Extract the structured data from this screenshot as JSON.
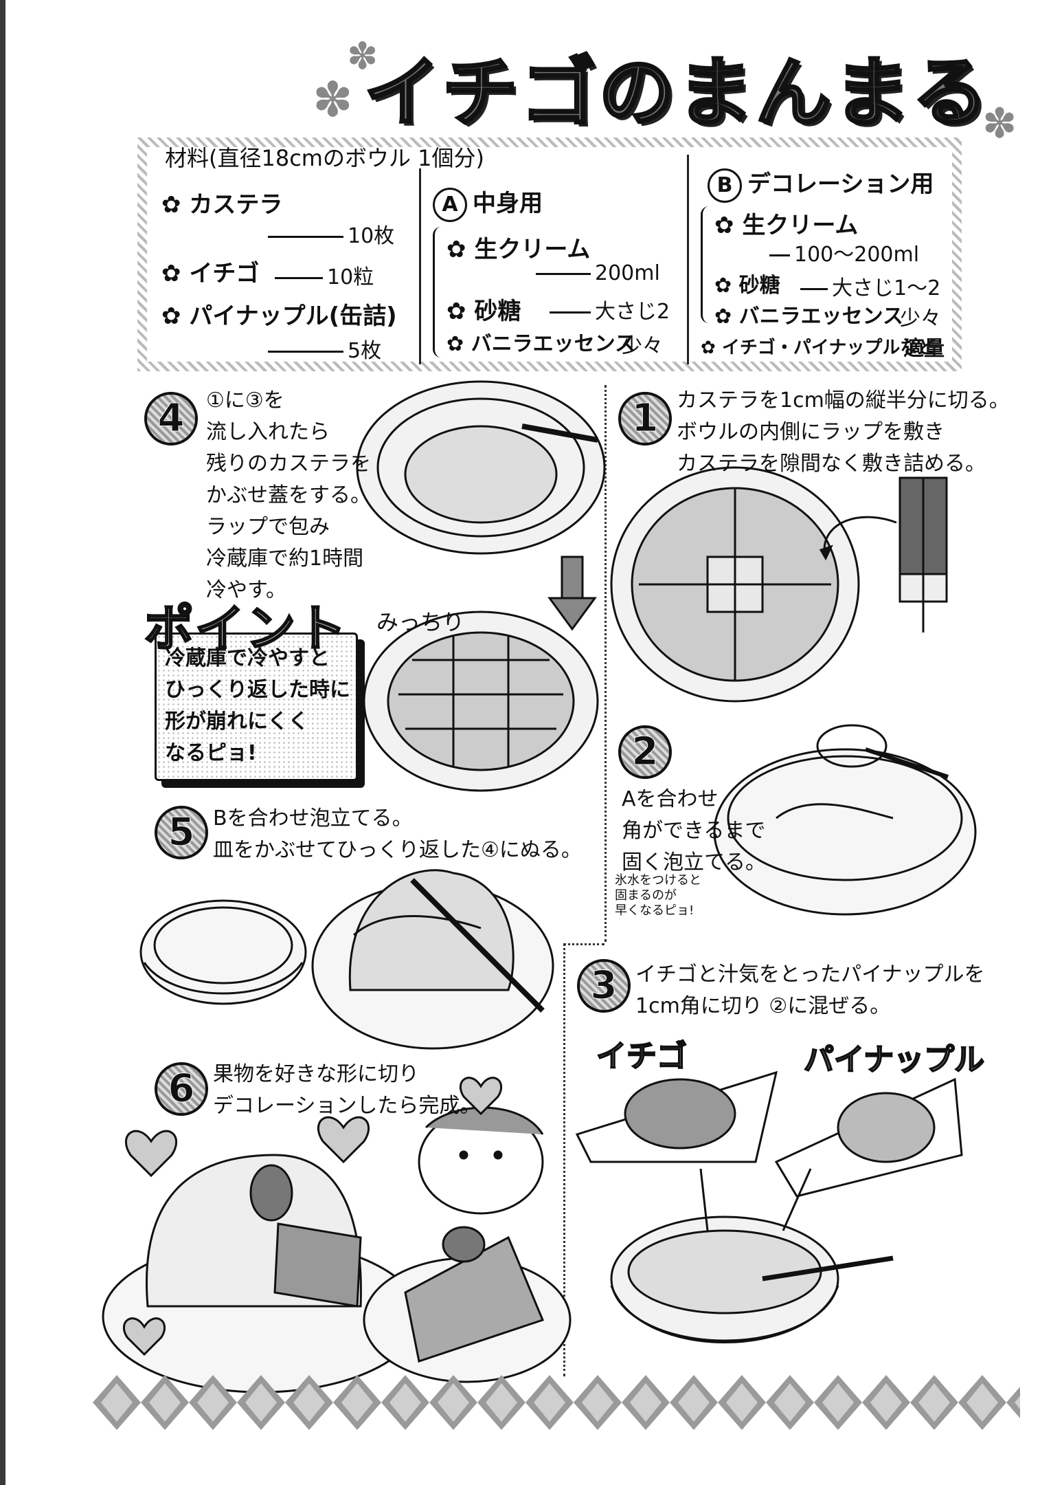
{
  "title": "イチゴのまんまるケーキ",
  "ingredients": {
    "header": "材料(直径18cmのボウル 1個分)",
    "base": [
      {
        "name": "カステラ",
        "amount": "10枚"
      },
      {
        "name": "イチゴ",
        "amount": "10粒"
      },
      {
        "name": "パイナップル(缶詰)",
        "amount": "5枚"
      }
    ],
    "a": {
      "letter": "A",
      "label": "中身用",
      "items": [
        {
          "name": "生クリーム",
          "amount": "200ml"
        },
        {
          "name": "砂糖",
          "amount": "大さじ2"
        },
        {
          "name": "バニラエッセンス",
          "amount": "少々"
        }
      ]
    },
    "b": {
      "letter": "B",
      "label": "デコレーション用",
      "items": [
        {
          "name": "生クリーム",
          "amount": "100〜200ml"
        },
        {
          "name": "砂糖",
          "amount": "大さじ1〜2"
        },
        {
          "name": "バニラエッセンス",
          "amount": "少々"
        },
        {
          "name": "イチゴ・パイナップルなど",
          "amount": "適量"
        }
      ]
    }
  },
  "steps": [
    {
      "num": "1",
      "text": "カステラを1cm幅の縦半分に切る。\nボウルの内側にラップを敷き\nカステラを隙間なく敷き詰める。"
    },
    {
      "num": "2",
      "text": "Aを合わせ\n角ができるまで\n固く泡立てる。"
    },
    {
      "num": "3",
      "text": "イチゴと汁気をとったパイナップルを\n1cm角に切り ②に混ぜる。"
    },
    {
      "num": "4",
      "text": "①に③を\n流し入れたら\n残りのカステラを\nかぶせ蓋をする。\nラップで包み\n冷蔵庫で約1時間\n冷やす。"
    },
    {
      "num": "5",
      "text": "Bを合わせ泡立てる。\n皿をかぶせてひっくり返した④にぬる。"
    },
    {
      "num": "6",
      "text": "果物を好きな形に切り\nデコレーションしたら完成。"
    }
  ],
  "point": {
    "title": "ポイント",
    "text": "冷蔵庫で冷やすと\nひっくり返した時に\n形が崩れにくく\nなるピョ!"
  },
  "labels": {
    "michiri": "みっちり",
    "ichigo": "イチゴ",
    "pineapple": "パイナップル",
    "ice_note": "氷水をつけると\n固まるのが\n早くなるピョ!"
  }
}
